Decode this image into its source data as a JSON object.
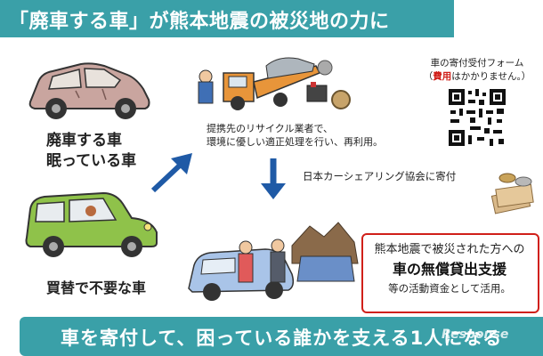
{
  "header": {
    "title": "「廃車する車」が熊本地震の被災地の力に"
  },
  "left": {
    "scrap_label_1": "廃車する車",
    "scrap_label_2": "眠っている車",
    "unneeded_label": "買替で不要な車"
  },
  "recycle": {
    "line1": "提携先のリサイクル業者で、",
    "line2": "環境に優しい適正処理を行い、再利用。"
  },
  "form": {
    "title": "車の寄付受付フォーム",
    "note_open": "（",
    "note_red": "費用",
    "note_rest": "はかかりません。）"
  },
  "donation": {
    "text": "日本カーシェアリング協会に寄付"
  },
  "support": {
    "line1": "熊本地震で被災された方への",
    "line2": "車の無償貸出支援",
    "line3": "等の活動資金として活用。"
  },
  "footer": {
    "slogan": "車を寄付して、困っている誰かを支える1人になる",
    "watermark": "Response"
  },
  "colors": {
    "teal": "#3aa0a8",
    "red": "#d0201a",
    "arrow_blue": "#1f5aa6"
  }
}
